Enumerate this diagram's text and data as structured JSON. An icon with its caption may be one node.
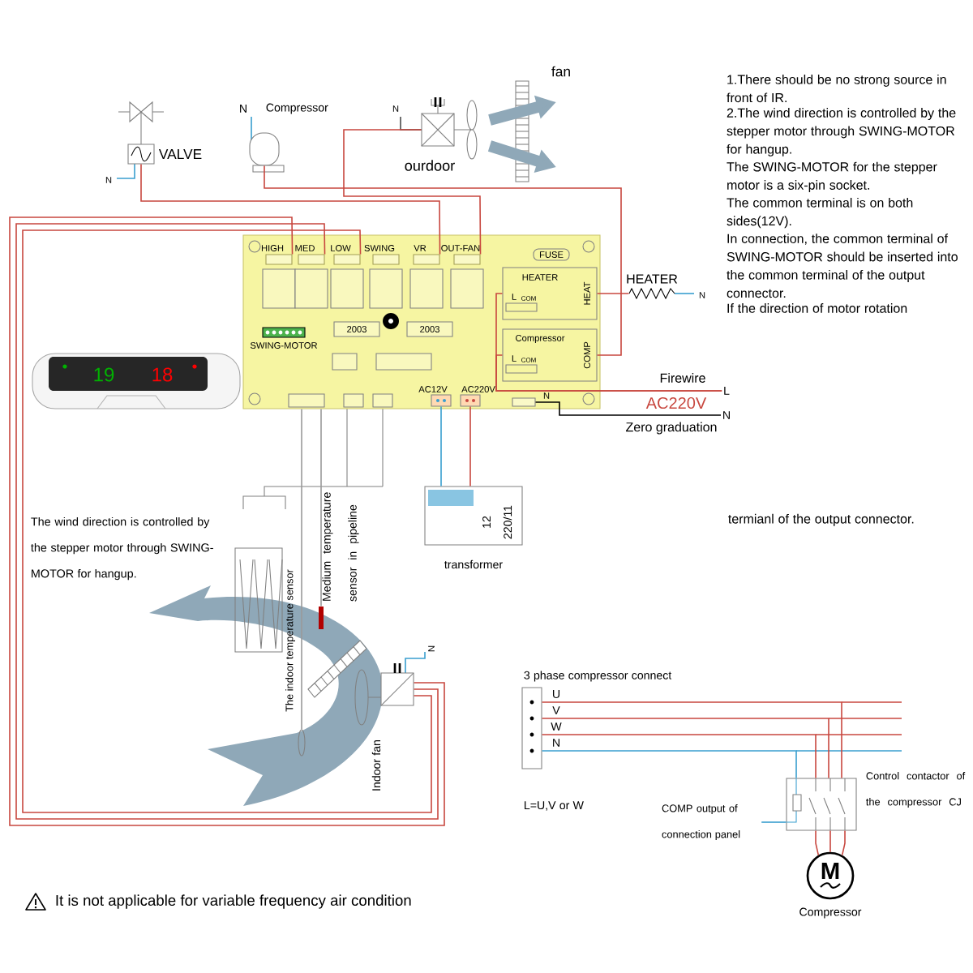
{
  "diagram": {
    "nodes": [
      {
        "text": [
          "VALVE"
        ],
        "beside": [
          "N"
        ]
      },
      {
        "text": [
          "Compressor"
        ],
        "beside": [
          "N"
        ]
      },
      {
        "text": [
          "ourdoor"
        ],
        "beside": [
          "N"
        ]
      },
      {
        "text": [
          "fan"
        ]
      },
      {
        "text": [],
        "shape": "box"
      },
      {
        "text": [
          "HIGH"
        ],
        "in": 4
      },
      {
        "text": [
          "MED"
        ],
        "in": 4
      },
      {
        "text": [
          "LOW"
        ],
        "in": 4
      },
      {
        "text": [
          "SWING"
        ],
        "in": 4
      },
      {
        "text": [
          "VR"
        ],
        "in": 4
      },
      {
        "text": [
          "OUT-FAN"
        ],
        "in": 4
      },
      {
        "text": [
          "FUSE"
        ],
        "in": 4
      },
      {
        "text": [
          "HEATER",
          "L",
          "COM",
          "HEAT"
        ],
        "in": 4
      },
      {
        "text": [
          "Compressor",
          "L",
          "COM",
          "COMP"
        ],
        "in": 4
      },
      {
        "text": [
          "SWING-MOTOR"
        ],
        "in": 4
      },
      {
        "text": [
          "2003"
        ],
        "in": 4
      },
      {
        "text": [
          "2003"
        ],
        "in": 4
      },
      {
        "text": [
          "AC12V"
        ],
        "in": 4
      },
      {
        "text": [
          "AC220V"
        ],
        "in": 4
      },
      {
        "text": [
          "N"
        ],
        "in": 4
      },
      {
        "text": [
          "HEATER",
          "N"
        ]
      },
      {
        "text": [
          "12",
          "220/11"
        ],
        "beside": [
          "transformer"
        ]
      },
      {
        "text": [
          "19",
          "18"
        ]
      },
      {
        "text": [
          "Indoor fan"
        ],
        "beside": [
          "N"
        ]
      },
      {
        "text": [
          "The indoor temperature sensor"
        ]
      },
      {
        "text": [
          "Medium temperature sensor in pipeline"
        ]
      },
      {
        "text": [
          "U",
          "V",
          "W",
          "N"
        ]
      },
      {
        "text": [
          "Control contactor of the compressor CJ"
        ]
      },
      {
        "text": [
          "M"
        ],
        "beside": [
          "Compressor"
        ]
      },
      {
        "text": [
          "COMP output of connection panel"
        ]
      },
      {
        "text": [
          "L"
        ]
      },
      {
        "text": [
          "N"
        ]
      }
    ],
    "edges": [
      {
        "from": 0,
        "to": 9,
        "arrow": "none"
      },
      {
        "from": 2,
        "to": 10,
        "arrow": "none"
      },
      {
        "from": 1,
        "to": 13,
        "arrow": "none"
      },
      {
        "from": 12,
        "to": 20,
        "arrow": "none"
      },
      {
        "from": 23,
        "to": 5,
        "arrow": "none"
      },
      {
        "from": 23,
        "to": 6,
        "arrow": "none"
      },
      {
        "from": 23,
        "to": 7,
        "arrow": "none"
      },
      {
        "from": 17,
        "to": 21,
        "arrow": "none",
        "color": "#3a9fcf"
      },
      {
        "from": 18,
        "to": 21,
        "arrow": "none"
      },
      {
        "from": 24,
        "to": 4,
        "arrow": "none",
        "color": "#9a9a9a"
      },
      {
        "from": 25,
        "to": 4,
        "arrow": "none",
        "color": "#9a9a9a"
      },
      {
        "from": 26,
        "to": 27,
        "arrow": "none"
      },
      {
        "from": 26,
        "to": 27,
        "arrow": "none"
      },
      {
        "from": 26,
        "to": 27,
        "arrow": "none"
      },
      {
        "from": 26,
        "to": 27,
        "arrow": "none",
        "color": "#3a9fcf"
      },
      {
        "from": 27,
        "to": 28,
        "arrow": "none"
      },
      {
        "from": 27,
        "to": 28,
        "arrow": "none"
      },
      {
        "from": 27,
        "to": 28,
        "arrow": "none"
      },
      {
        "from": 29,
        "to": 27,
        "arrow": "none",
        "color": "#3a9fcf"
      },
      {
        "from": 12,
        "to": 30,
        "arrow": "none"
      },
      {
        "from": 13,
        "to": 30,
        "arrow": "none"
      },
      {
        "from": 19,
        "to": 31,
        "arrow": "none",
        "color": "#000000"
      }
    ],
    "labels": [
      "1.There should be no strong source in front of IR.",
      "2.The wind direction is controlled by the stepper motor through SWING-MOTOR for hangup.",
      "The SWING-MOTOR for the stepper motor is a six-pin socket.",
      "The common terminal is on both sides(12V).",
      "In connection, the common terminal of SWING-MOTOR should be inserted into the common terminal of the output connector.",
      "If the direction of motor rotation",
      "Firewire",
      "AC220V",
      "Zero graduation",
      "termianl of the output connector.",
      "The wind direction is controlled by the stepper motor through SWING-MOTOR for hangup.",
      "3 phase compressor connect",
      "L=U,V or W",
      "It is not applicable for variable frequency air condition"
    ]
  }
}
